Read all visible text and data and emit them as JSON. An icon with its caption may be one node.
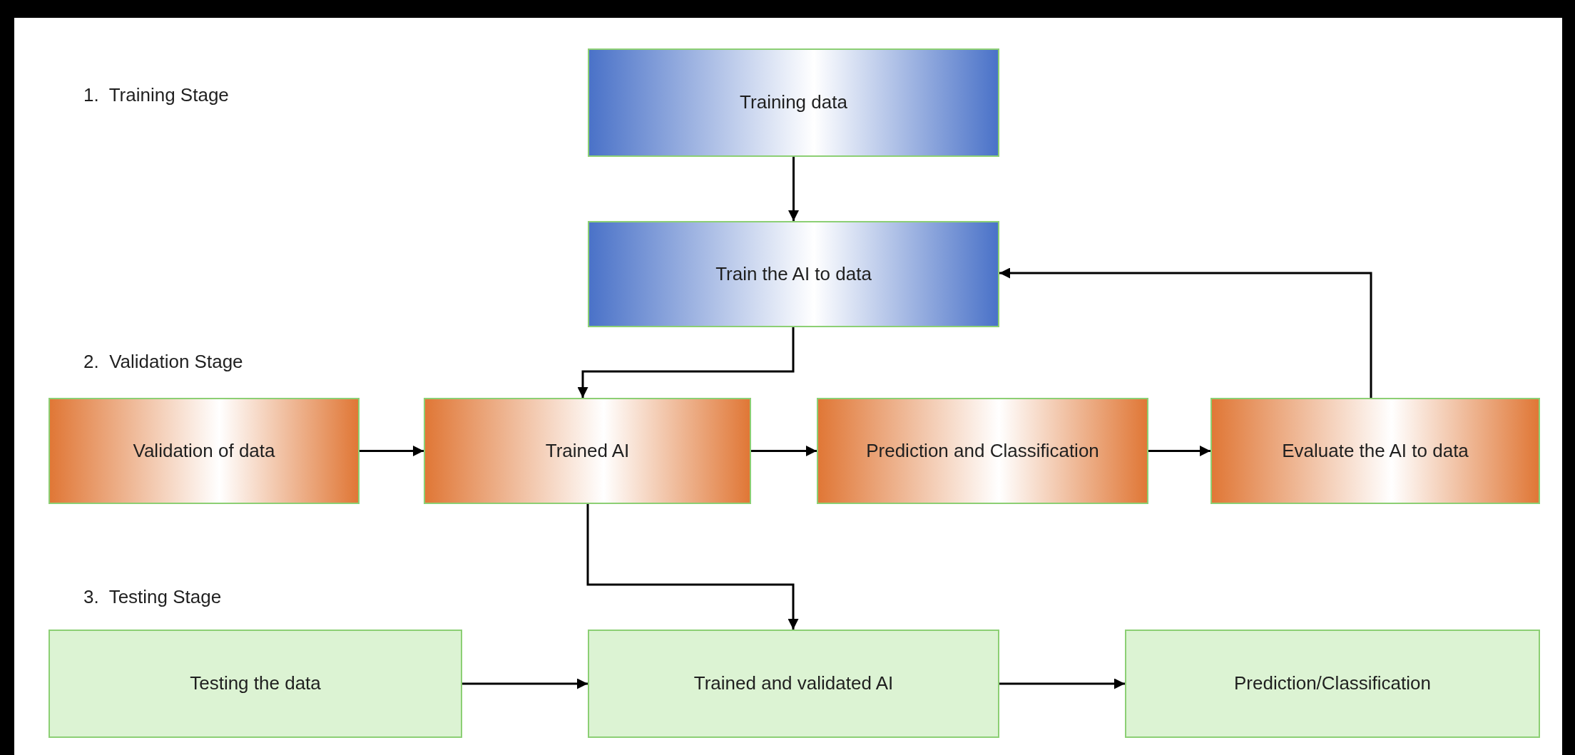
{
  "diagram": {
    "nodes": [
      {
        "text": [
          "Training data"
        ]
      },
      {
        "text": [
          "Train the AI to data"
        ]
      },
      {
        "text": [
          "Validation of data"
        ]
      },
      {
        "text": [
          "Trained AI"
        ]
      },
      {
        "text": [
          "Prediction and Classification"
        ]
      },
      {
        "text": [
          "Evaluate the AI to data"
        ]
      },
      {
        "text": [
          "Testing the data"
        ]
      },
      {
        "text": [
          "Trained and validated AI"
        ]
      },
      {
        "text": [
          "Prediction/Classification"
        ]
      }
    ],
    "edges": [
      {
        "from": 0,
        "to": 1,
        "arrow": "to"
      },
      {
        "from": 1,
        "to": 3,
        "arrow": "to"
      },
      {
        "from": 2,
        "to": 3,
        "arrow": "to"
      },
      {
        "from": 3,
        "to": 4,
        "arrow": "to"
      },
      {
        "from": 4,
        "to": 5,
        "arrow": "to"
      },
      {
        "from": 5,
        "to": 1,
        "arrow": "to"
      },
      {
        "from": 3,
        "to": 7,
        "arrow": "to"
      },
      {
        "from": 6,
        "to": 7,
        "arrow": "to"
      },
      {
        "from": 7,
        "to": 8,
        "arrow": "to"
      }
    ],
    "labels": [
      "1.  Training Stage",
      "2.  Validation Stage",
      "3.  Testing Stage"
    ]
  }
}
